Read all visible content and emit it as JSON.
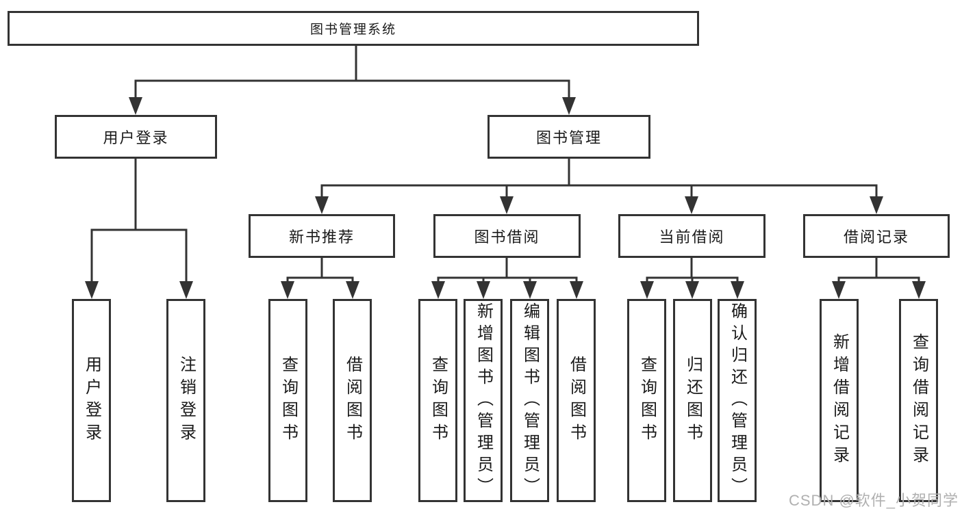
{
  "tree": {
    "root": {
      "label": "图书管理系统"
    },
    "branches": [
      {
        "label": "用户登录",
        "children": [
          {
            "label": "用户登录"
          },
          {
            "label": "注销登录"
          }
        ]
      },
      {
        "label": "图书管理",
        "children": [
          {
            "label": "新书推荐",
            "children": [
              {
                "label": "查询图书"
              },
              {
                "label": "借阅图书"
              }
            ]
          },
          {
            "label": "图书借阅",
            "children": [
              {
                "label": "查询图书"
              },
              {
                "label": "新增图书（管理员）"
              },
              {
                "label": "编辑图书（管理员）"
              },
              {
                "label": "借阅图书"
              }
            ]
          },
          {
            "label": "当前借阅",
            "children": [
              {
                "label": "查询图书"
              },
              {
                "label": "归还图书"
              },
              {
                "label": "确认归还（管理员）"
              }
            ]
          },
          {
            "label": "借阅记录",
            "children": [
              {
                "label": "新增借阅记录"
              },
              {
                "label": "查询借阅记录"
              }
            ]
          }
        ]
      }
    ]
  },
  "watermark": "CSDN @软件_小贺同学",
  "colors": {
    "line": "#333333",
    "text": "#1a1a1a",
    "background": "#ffffff",
    "watermark": "#b0b0b0"
  }
}
